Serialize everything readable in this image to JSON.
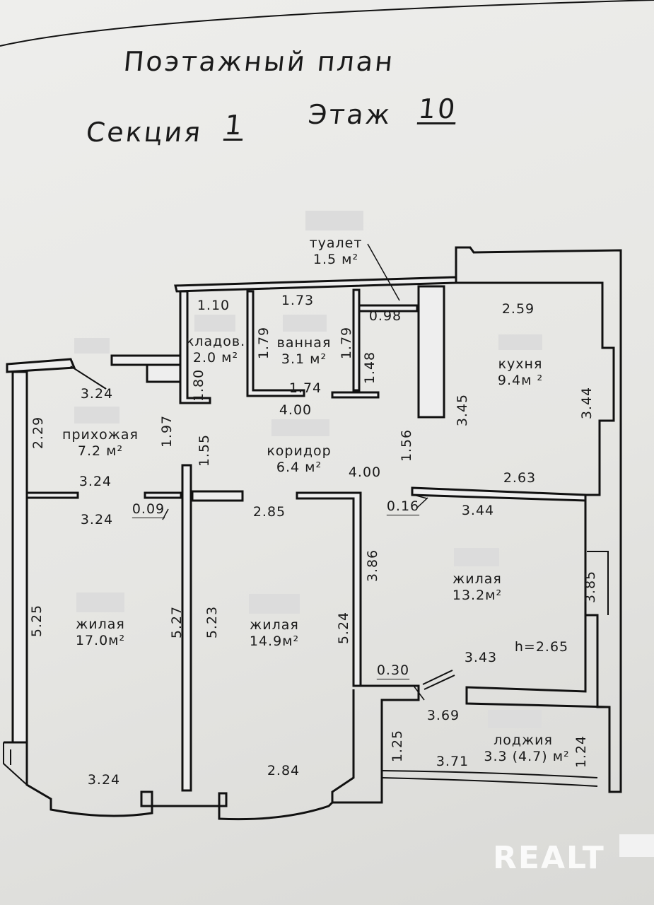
{
  "header": {
    "title": "Поэтажный план",
    "section_label": "Секция",
    "section_value": "1",
    "floor_label": "Этаж",
    "floor_value": "10"
  },
  "rooms": [
    {
      "name": "туалет",
      "area": "1.5 м²"
    },
    {
      "name": "кладов.",
      "area": "2.0 м²"
    },
    {
      "name": "ванная",
      "area": "3.1 м²"
    },
    {
      "name": "кухня",
      "area": "9.4м ²"
    },
    {
      "name": "прихожая",
      "area": "7.2 м²"
    },
    {
      "name": "коридор",
      "area": "6.4 м²"
    },
    {
      "name": "жилая",
      "area": "17.0м²"
    },
    {
      "name": "жилая",
      "area": "14.9м²"
    },
    {
      "name": "жилая",
      "area": "13.2м²"
    },
    {
      "name": "лоджия",
      "area": "3.3 (4.7) м²"
    }
  ],
  "ceiling_height": "h=2.65",
  "dimensions": [
    "1.10",
    "1.73",
    "0.98",
    "2.59",
    "1.79",
    "1.79",
    "1.48",
    "1.80",
    "1.74",
    "3.24",
    "4.00",
    "2.29",
    "1.97",
    "1.55",
    "3.45",
    "3.44",
    "1.56",
    "3.24",
    "4.00",
    "2.63",
    "3.24",
    "0.09",
    "2.85",
    "0.16",
    "3.44",
    "3.86",
    "3.85",
    "5.25",
    "5.27",
    "5.23",
    "5.24",
    "3.43",
    "0.30",
    "3.69",
    "1.25",
    "3.71",
    "1.24",
    "3.24",
    "2.84"
  ],
  "watermark": "REALT"
}
